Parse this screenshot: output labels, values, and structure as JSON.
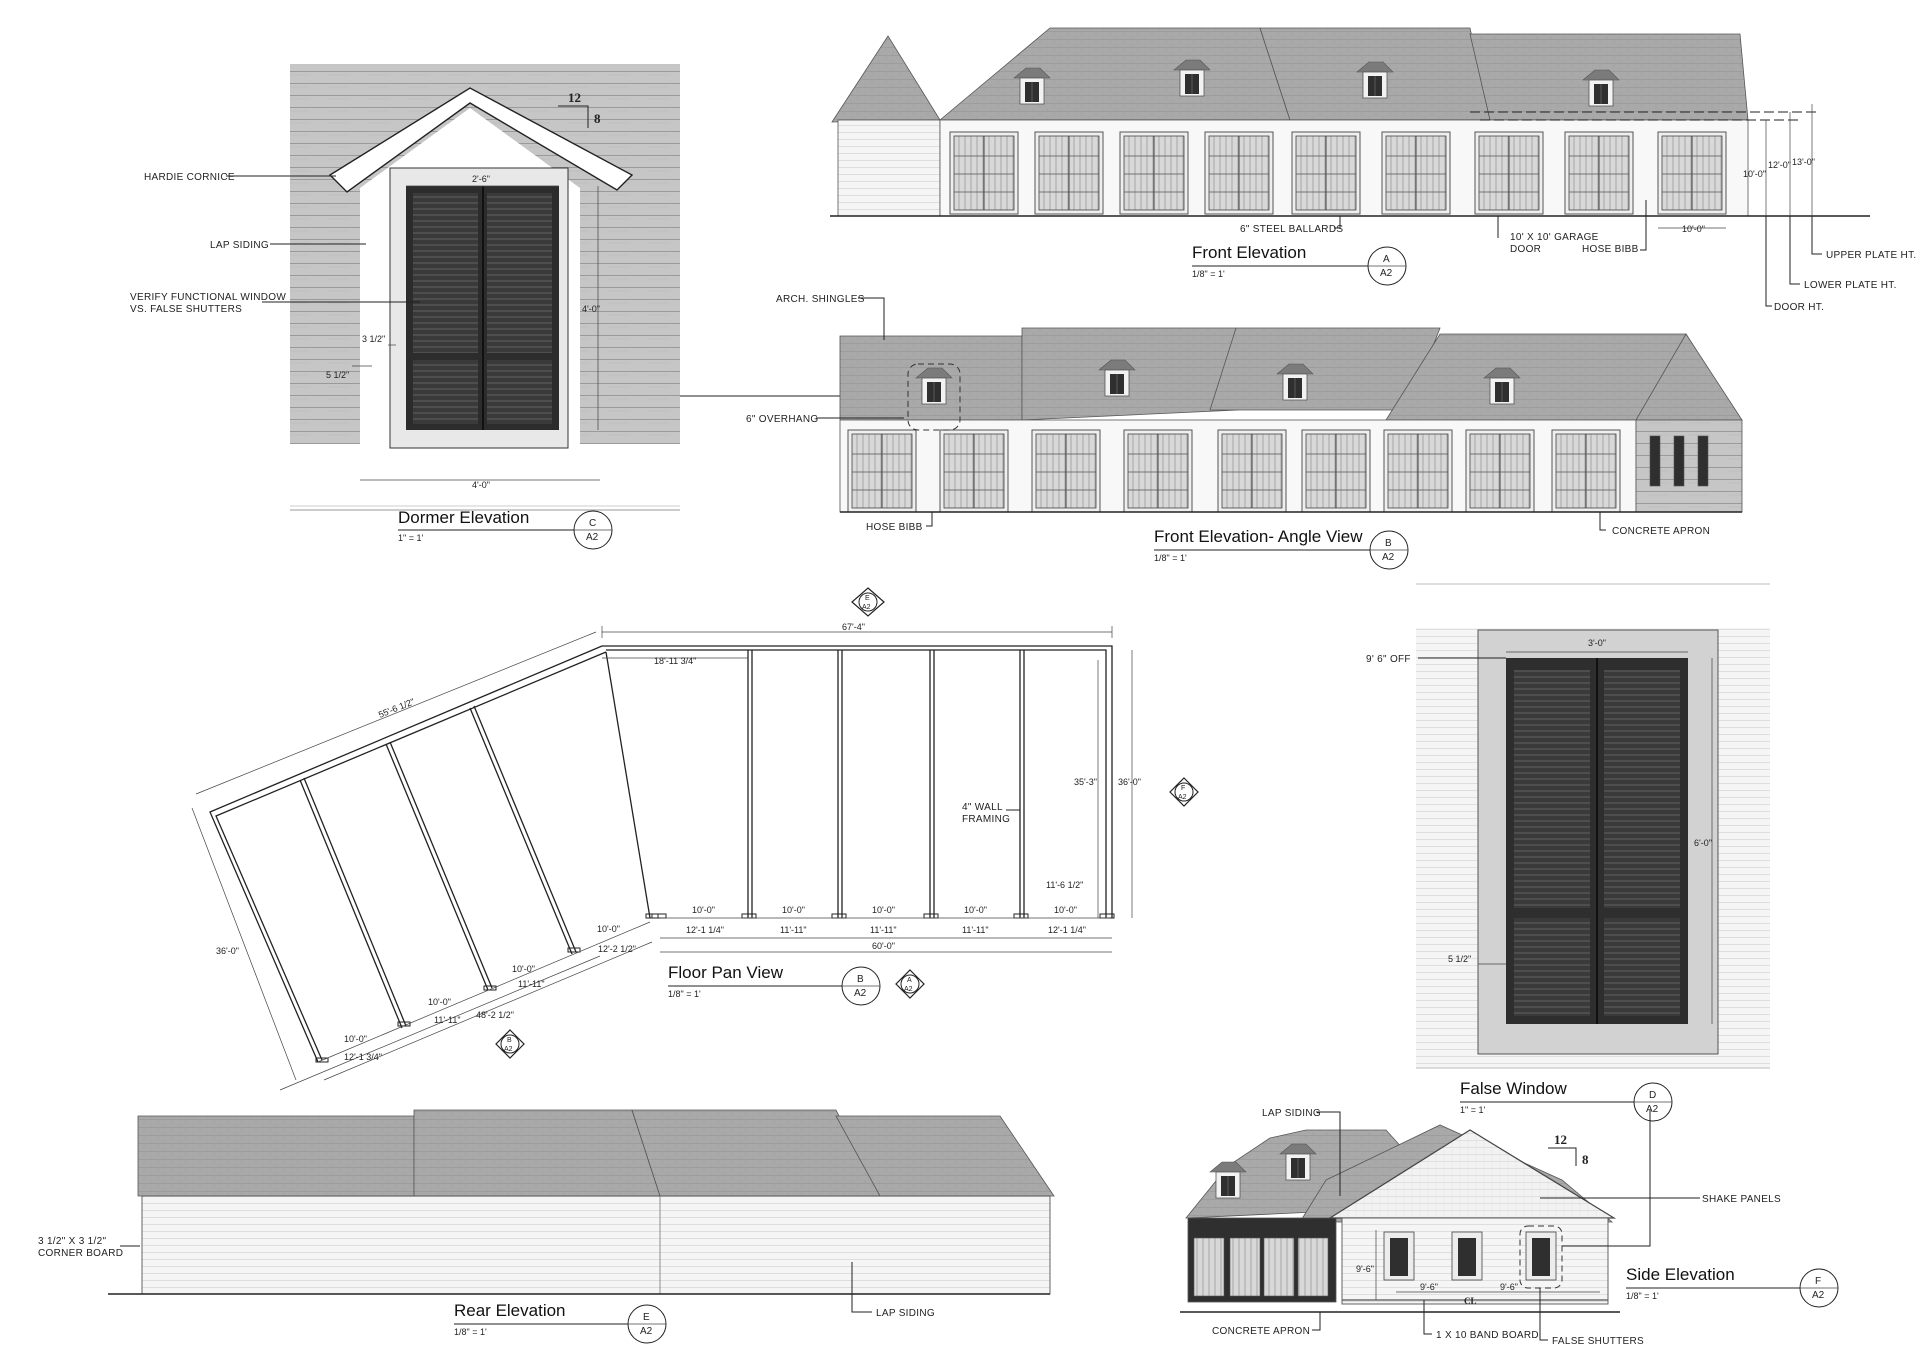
{
  "colors": {
    "roof": "#a8a8a8",
    "roof_dark": "#8e8e8e",
    "siding": "#c9c9c9",
    "wall_white": "#f4f4f4",
    "shutter": "#3a3a3a",
    "trim": "#ffffff",
    "line": "#222222"
  },
  "views": {
    "dormer": {
      "title": "Dormer Elevation",
      "scale": "1\" = 1'",
      "bubble_top": "C",
      "bubble_bottom": "A2",
      "notes": {
        "cornice": "HARDIE CORNICE",
        "siding": "LAP SIDING",
        "verify_1": "VERIFY FUNCTIONAL WINDOW",
        "verify_2": "VS. FALSE SHUTTERS"
      },
      "dims": {
        "width_top": "2'-6\"",
        "height": "4'-0\"",
        "trim_a": "3 1/2\"",
        "trim_b": "5 1/2\"",
        "width_bottom": "4'-0\""
      },
      "pitch_run": "12",
      "pitch_rise": "8"
    },
    "front": {
      "title": "Front Elevation",
      "scale": "1/8\" = 1'",
      "bubble_top": "A",
      "bubble_bottom": "A2",
      "notes": {
        "ballards": "6\" STEEL BALLARDS",
        "door_1": "10' X 10' GARAGE",
        "door_2": "DOOR",
        "hose": "HOSE BIBB",
        "upper": "UPPER PLATE HT.",
        "lower": "LOWER PLATE HT.",
        "door_ht": "DOOR HT."
      },
      "dims": {
        "d10": "10'-0\"",
        "d12": "12'-0\"",
        "d13": "13'-0\"",
        "door_w": "10'-0\""
      }
    },
    "angle": {
      "title": "Front Elevation- Angle View",
      "scale": "1/8\" = 1'",
      "bubble_top": "B",
      "bubble_bottom": "A2",
      "notes": {
        "shingles": "ARCH. SHINGLES",
        "overhang": "6\" OVERHANG",
        "hose": "HOSE BIBB",
        "apron": "CONCRETE APRON"
      }
    },
    "floor": {
      "title": "Floor Pan View",
      "scale": "1/8\" = 1'",
      "bubble_top": "B",
      "bubble_bottom": "A2",
      "markers": {
        "e_top": "E",
        "e_bot": "A2",
        "f_top": "F",
        "f_bot": "A2",
        "a_top": "A",
        "a_bot": "A2",
        "b_top": "B",
        "b_bot": "A2"
      },
      "notes": {
        "wall_1": "4\" WALL",
        "wall_2": "FRAMING"
      },
      "dims": {
        "top_total": "67'-4\"",
        "diag_top": "55'-6 1/2\"",
        "corner": "18'-11 3/4\"",
        "right_36": "36'-0\"",
        "right_35": "35'-3\"",
        "right_11": "11'-6 1/2\"",
        "left_36": "36'-0\"",
        "bay_straight": [
          "10'-0\"",
          "10'-0\"",
          "10'-0\"",
          "10'-0\"",
          "10'-0\""
        ],
        "row2_straight": [
          "12'-1 1/4\"",
          "11'-11\"",
          "11'-11\"",
          "11'-11\"",
          "12'-1 1/4\""
        ],
        "total_60": "60'-0\"",
        "bay_angled": [
          "10'-0\"",
          "10'-0\"",
          "10'-0\"",
          "10'-0\""
        ],
        "row2_angled": [
          "12'-1 3/4\"",
          "11'-11\"",
          "11'-11\"",
          "12'-2 1/2\""
        ],
        "total_48": "48'-2 1/2\""
      }
    },
    "false_window": {
      "title": "False Window",
      "scale": "1\" = 1'",
      "bubble_top": "D",
      "bubble_bottom": "A2",
      "notes": {
        "off": "9' 6\" OFF"
      },
      "dims": {
        "width": "3'-0\"",
        "height": "6'-0\"",
        "trim": "5 1/2\""
      }
    },
    "rear": {
      "title": "Rear Elevation",
      "scale": "1/8\" = 1'",
      "bubble_top": "E",
      "bubble_bottom": "A2",
      "notes": {
        "corner_1": "3 1/2\" X 3 1/2\"",
        "corner_2": "CORNER BOARD",
        "siding": "LAP SIDING"
      }
    },
    "side": {
      "title": "Side Elevation",
      "scale": "1/8\" = 1'",
      "bubble_top": "F",
      "bubble_bottom": "A2",
      "notes": {
        "siding": "LAP SIDING",
        "shake": "SHAKE PANELS",
        "apron": "CONCRETE APRON",
        "band": "1 X 10 BAND BOARD",
        "shutters": "FALSE SHUTTERS",
        "cl": "CL"
      },
      "dims": {
        "h": "9'-6\"",
        "w1": "9'-6\"",
        "w2": "9'-6\""
      },
      "pitch_run": "12",
      "pitch_rise": "8"
    }
  }
}
